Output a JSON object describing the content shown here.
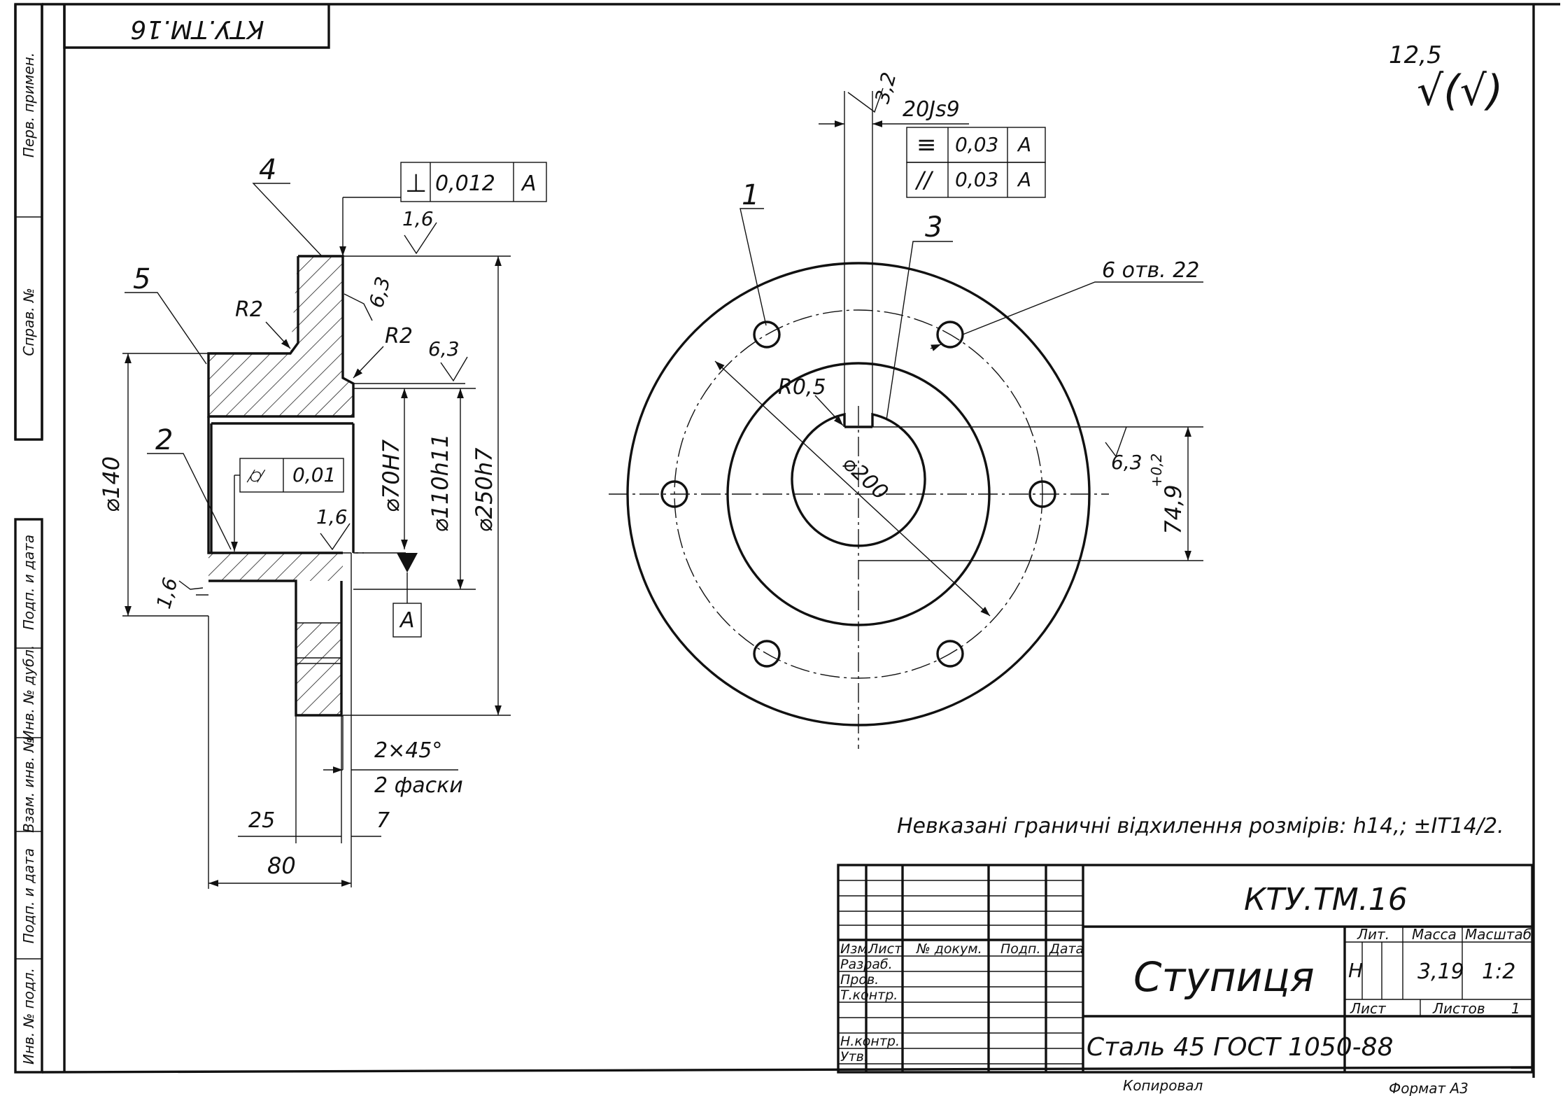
{
  "stamp_top": "КТУ.ТМ.16",
  "roughness_general": {
    "value": "12,5",
    "symbol": "√(√)"
  },
  "side_strip": [
    "Перв. примен.",
    "Справ. №",
    "Подп. и дата",
    "Инв. № дубл.",
    "Взам. инв. №",
    "Подп. и дата",
    "Инв. № подл."
  ],
  "section_view": {
    "leaders": [
      "4",
      "5",
      "2"
    ],
    "fillets": [
      "R2",
      "R2"
    ],
    "roughness": [
      "1,6",
      "6,3",
      "6,3",
      "1,6",
      "1,6"
    ],
    "tol_perpendicularity": {
      "symbol": "⊥",
      "value": "0,012",
      "datum": "A"
    },
    "tol_runout": {
      "symbol": "⌭",
      "value": "0,01"
    },
    "diameters": [
      "⌀140",
      "⌀70H7",
      "⌀110h11",
      "⌀250h7"
    ],
    "datum": "A",
    "chamfer": [
      "2×45°",
      "2 фаски"
    ],
    "lengths": [
      "25",
      "7",
      "80"
    ]
  },
  "front_view": {
    "leaders": [
      "1",
      "3"
    ],
    "keyway_width": "20Js9",
    "roughness_top": "3,2",
    "tol_symmetry": {
      "symbol": "≡",
      "value": "0,03",
      "datum": "A"
    },
    "tol_parallel": {
      "symbol": "//",
      "value": "0,03",
      "datum": "A"
    },
    "holes": "6 отв. 22",
    "fillet": "R0,5",
    "bolt_circle": "⌀200",
    "roughness_right": "6,3",
    "key_depth": "74,9",
    "key_depth_tol": "+0,2"
  },
  "note": "Невказані граничні відхилення розмірів: h14,; ±IT14/2.",
  "title_block": {
    "designation": "КТУ.ТМ.16",
    "name": "Ступиця",
    "material": "Сталь 45  ГОСТ 1050-88",
    "cols": [
      "Изм.",
      "Лист",
      "№ докум.",
      "Подп.",
      "Дата"
    ],
    "rows": [
      "Разраб.",
      "Пров.",
      "Т.контр.",
      "Н.контр.",
      "Утв."
    ],
    "lit_label": "Лит.",
    "mass_label": "Масса",
    "scale_label": "Масштаб",
    "lit": "Н",
    "mass": "3,19",
    "scale": "1:2",
    "sheet_label": "Лист",
    "sheets_label": "Листов",
    "sheets": "1",
    "copied": "Копировал",
    "format": "Формат   А3"
  }
}
